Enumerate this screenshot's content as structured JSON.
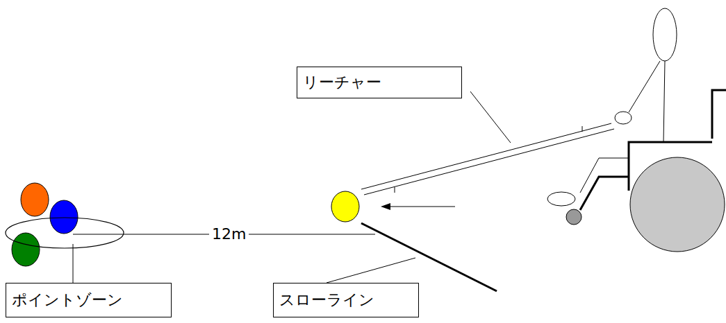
{
  "diagram": {
    "nodes": [
      {
        "text": [
          "リーチャー"
        ]
      },
      {
        "text": [
          "ポイントゾーン"
        ]
      },
      {
        "text": [
          "スローライン"
        ]
      }
    ],
    "labels": [
      "12m"
    ]
  }
}
